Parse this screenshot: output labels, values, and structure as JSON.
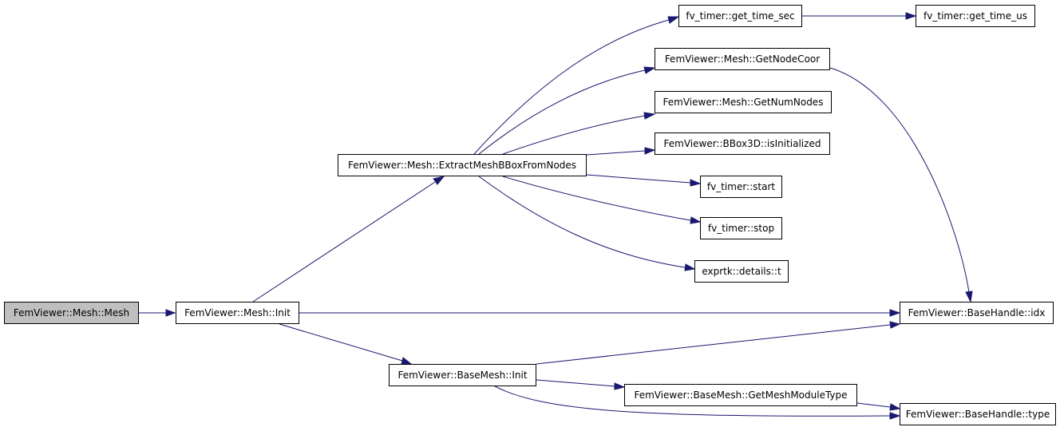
{
  "colors": {
    "edge": "#191970",
    "root_fill": "#bfbfbf",
    "node_fill": "#ffffff",
    "node_border": "#000000"
  },
  "nodes": {
    "mesh_ctor": "FemViewer::Mesh::Mesh",
    "mesh_init": "FemViewer::Mesh::Init",
    "extract_bbox": "FemViewer::Mesh::ExtractMeshBBoxFromNodes",
    "basemesh_init": "FemViewer::BaseMesh::Init",
    "get_time_sec": "fv_timer::get_time_sec",
    "get_time_us": "fv_timer::get_time_us",
    "get_node_coor": "FemViewer::Mesh::GetNodeCoor",
    "get_num_nodes": "FemViewer::Mesh::GetNumNodes",
    "bbox_is_initialized": "FemViewer::BBox3D::isInitialized",
    "timer_start": "fv_timer::start",
    "timer_stop": "fv_timer::stop",
    "exprtk_t": "exprtk::details::t",
    "basehandle_idx": "FemViewer::BaseHandle::idx",
    "get_mesh_module_type": "FemViewer::BaseMesh::GetMeshModuleType",
    "basehandle_type": "FemViewer::BaseHandle::type"
  },
  "edges": [
    [
      "mesh_ctor",
      "mesh_init"
    ],
    [
      "mesh_init",
      "extract_bbox"
    ],
    [
      "mesh_init",
      "basehandle_idx"
    ],
    [
      "mesh_init",
      "basemesh_init"
    ],
    [
      "extract_bbox",
      "get_time_sec"
    ],
    [
      "extract_bbox",
      "get_node_coor"
    ],
    [
      "extract_bbox",
      "get_num_nodes"
    ],
    [
      "extract_bbox",
      "bbox_is_initialized"
    ],
    [
      "extract_bbox",
      "timer_start"
    ],
    [
      "extract_bbox",
      "timer_stop"
    ],
    [
      "extract_bbox",
      "exprtk_t"
    ],
    [
      "get_time_sec",
      "get_time_us"
    ],
    [
      "get_node_coor",
      "basehandle_idx"
    ],
    [
      "basemesh_init",
      "basehandle_idx"
    ],
    [
      "basemesh_init",
      "get_mesh_module_type"
    ],
    [
      "basemesh_init",
      "basehandle_type"
    ],
    [
      "get_mesh_module_type",
      "basehandle_type"
    ]
  ]
}
